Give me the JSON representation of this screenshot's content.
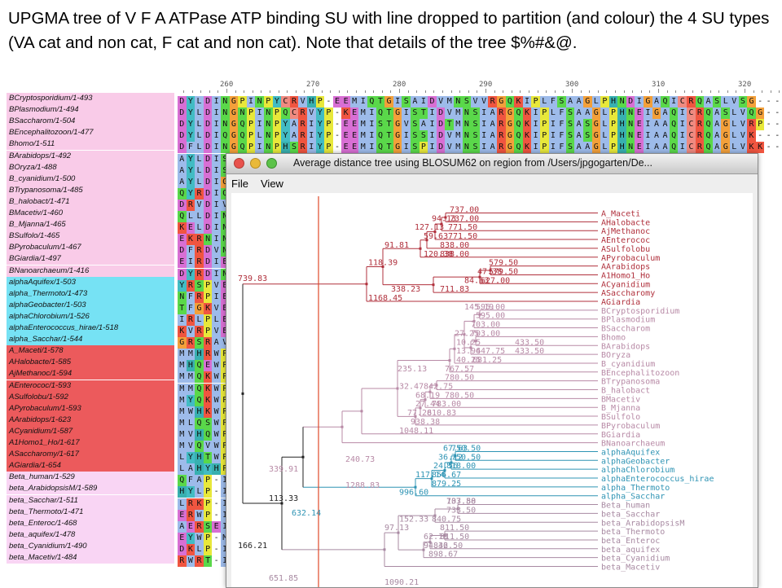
{
  "caption": "UPGMA tree of V F A ATPase ATP binding SU with line dropped to partition (and colour) the 4 SU types (VA cat and non cat, F cat and non cat).  Note that details of the tree $%#&@.",
  "alignment": {
    "ruler": [
      "260",
      "270",
      "280",
      "290",
      "300",
      "310",
      "320"
    ],
    "rows": [
      {
        "name": "BCryptosporidium/1-493",
        "group": "b",
        "seq": "DYLDINGPINPYCRVHP-EEMIQTGISAIDVMNSVVRGQKIPLFSAAGLPHNDIGAQICRQASLVSG----"
      },
      {
        "name": "BPlasmodium/1-494",
        "group": "b",
        "seq": "DYLDINGNPINPQCRVYP-KEMIQTGISTIDVMNSIARGQKIPLFSAAGLPHNEIGAQICRQASLVQG----"
      },
      {
        "name": "BSaccharom/1-504",
        "group": "b",
        "seq": "DYLDINGQPINPYARIYP-EEMISTGVSAIDTMNSIARGQKIPIFSASGLPHNEIAAQICRQAGLVRP----"
      },
      {
        "name": "BEncephalitozoon/1-477",
        "group": "b",
        "seq": "DYLDIQGQPLNPYARIYP-EEMIQTGISSIDVMNSIARGQKIPIFSASGLPHNEIAAQICRQAGLVK----"
      },
      {
        "name": "Bhomo/1-511",
        "group": "b",
        "seq": "DFLDINGQPINPHSRIYP-EEMIQTGISPIDVMNSIARGQKIPIFSAAGLPHNEIAAQICRQAGLVKK---"
      },
      {
        "name": "BArabidops/1-492",
        "group": "b",
        "seq": "AYLDISGSS"
      },
      {
        "name": "BOryza/1-488",
        "group": "b",
        "seq": "AYLDISGSS"
      },
      {
        "name": "B_cyanidium/1-500",
        "group": "b",
        "seq": "AYLDIGQQP"
      },
      {
        "name": "BTrypanosoma/1-485",
        "group": "b",
        "seq": "QYRDIQGQP"
      },
      {
        "name": "B_halobact/1-471",
        "group": "b",
        "seq": "DRVDIVGEA"
      },
      {
        "name": "BMacetiv/1-460",
        "group": "b",
        "seq": "QLLDINGAA"
      },
      {
        "name": "B_Mjanna/1-465",
        "group": "b",
        "seq": "KELDINGYP"
      },
      {
        "name": "BSulfolo/1-465",
        "group": "b",
        "seq": "EKRNINGDP"
      },
      {
        "name": "BPyrobaculum/1-467",
        "group": "b",
        "seq": "DFRDVNGEP"
      },
      {
        "name": "BGiardia/1-497",
        "group": "b",
        "seq": "EIRDIEGSS"
      },
      {
        "name": "BNanoarchaeum/1-416",
        "group": "b",
        "seq": "DYRDINGLA"
      },
      {
        "name": "alphaAquifex/1-503",
        "group": "al",
        "seq": "YRSPVEKIA"
      },
      {
        "name": "alpha_Thermoto/1-473",
        "group": "al",
        "seq": "NFRPIEIKA"
      },
      {
        "name": "alphaGeobacter/1-503",
        "group": "al",
        "seq": "TFGKVEVKA"
      },
      {
        "name": "alphaChlorobium/1-526",
        "group": "al",
        "seq": "IRLPLERRA"
      },
      {
        "name": "alphaEnterococcus_hirae/1-518",
        "group": "al",
        "seq": "KVRPVEAMA"
      },
      {
        "name": "alpha_Sacchar/1-544",
        "group": "al",
        "seq": "GRSRAVKAA"
      },
      {
        "name": "A_Maceti/1-578",
        "group": "a",
        "seq": "MMHRWPVRR"
      },
      {
        "name": "AHalobacte/1-585",
        "group": "a",
        "seq": "MHQEWPVRR"
      },
      {
        "name": "AjMethanoc/1-594",
        "group": "a",
        "seq": "MMQKWPVRK"
      },
      {
        "name": "AEnterococ/1-593",
        "group": "a",
        "seq": "MMQKWPVRR"
      },
      {
        "name": "ASulfolobu/1-592",
        "group": "a",
        "seq": "MYQKWPVRI"
      },
      {
        "name": "APyrobaculum/1-593",
        "group": "a",
        "seq": "MWHKWPVRR"
      },
      {
        "name": "AArabidops/1-623",
        "group": "a",
        "seq": "MLQSWPVRT"
      },
      {
        "name": "ACyanidium/1-587",
        "group": "a",
        "seq": "MVHQWPVRI"
      },
      {
        "name": "A1Homo1_Ho/1-617",
        "group": "a",
        "seq": "MVQVWPVRQ"
      },
      {
        "name": "ASaccharomy/1-617",
        "group": "a",
        "seq": "LYHTWPVRV"
      },
      {
        "name": "AGiardia/1-654",
        "group": "a",
        "seq": "LAHYHPVRS"
      },
      {
        "name": "Beta_human/1-529",
        "group": "be",
        "seq": "QFAP-IHAE"
      },
      {
        "name": "beta_ArabidopsisM/1-589",
        "group": "be",
        "seq": "HYLP-IHRD"
      },
      {
        "name": "beta_Sacchar/1-511",
        "group": "be",
        "seq": "LRKP-IHAD"
      },
      {
        "name": "beta_Thermoto/1-471",
        "group": "be",
        "seq": "ERWP-IHRP"
      },
      {
        "name": "beta_Enteroc/1-468",
        "group": "be",
        "seq": "AERSEIHKK"
      },
      {
        "name": "beta_aquifex/1-478",
        "group": "be",
        "seq": "EYWP-MFRN"
      },
      {
        "name": "beta_Cyanidium/1-490",
        "group": "be",
        "seq": "DKLP-IHRP"
      },
      {
        "name": "beta_Macetiv/1-484",
        "group": "be",
        "seq": "RWRT-IHQA"
      }
    ]
  },
  "window": {
    "title": "Average distance tree using BLOSUM62 on region from /Users/jpgogarten/De...",
    "menus": [
      "File",
      "View"
    ]
  },
  "tree": {
    "colors": {
      "a": "#b0303c",
      "b": "#b88aa6",
      "al": "#2f94b4",
      "be": "#a88aa2",
      "root": "#222222",
      "cut": "#e04a2a"
    },
    "leaves": [
      {
        "name": "A_Maceti",
        "group": "a"
      },
      {
        "name": "AHalobacte",
        "group": "a"
      },
      {
        "name": "AjMethanoc",
        "group": "a"
      },
      {
        "name": "AEnterococ",
        "group": "a"
      },
      {
        "name": "ASulfolobu",
        "group": "a"
      },
      {
        "name": "APyrobaculum",
        "group": "a"
      },
      {
        "name": "AArabidops",
        "group": "a"
      },
      {
        "name": "A1Homo1_Ho",
        "group": "a"
      },
      {
        "name": "ACyanidium",
        "group": "a"
      },
      {
        "name": "ASaccharomy",
        "group": "a"
      },
      {
        "name": "AGiardia",
        "group": "a"
      },
      {
        "name": "BCryptosporidium",
        "group": "b"
      },
      {
        "name": "BPlasmodium",
        "group": "b"
      },
      {
        "name": "BSaccharom",
        "group": "b"
      },
      {
        "name": "Bhomo",
        "group": "b"
      },
      {
        "name": "BArabidops",
        "group": "b"
      },
      {
        "name": "BOryza",
        "group": "b"
      },
      {
        "name": "B_cyanidium",
        "group": "b"
      },
      {
        "name": "BEncephalitozoon",
        "group": "b"
      },
      {
        "name": "BTrypanosoma",
        "group": "b"
      },
      {
        "name": "B_halobact",
        "group": "b"
      },
      {
        "name": "BMacetiv",
        "group": "b"
      },
      {
        "name": "B_Mjanna",
        "group": "b"
      },
      {
        "name": "BSulfolo",
        "group": "b"
      },
      {
        "name": "BPyrobaculum",
        "group": "b"
      },
      {
        "name": "BGiardia",
        "group": "b"
      },
      {
        "name": "BNanoarchaeum",
        "group": "b"
      },
      {
        "name": "alphaAquifex",
        "group": "al"
      },
      {
        "name": "alphaGeobacter",
        "group": "al"
      },
      {
        "name": "alphaChlorobium",
        "group": "al"
      },
      {
        "name": "alphaEnterococcus_hirae",
        "group": "al"
      },
      {
        "name": "alpha_Thermoto",
        "group": "al"
      },
      {
        "name": "alpha_Sacchar",
        "group": "al"
      },
      {
        "name": "Beta_human",
        "group": "be"
      },
      {
        "name": "beta_Sacchar",
        "group": "be"
      },
      {
        "name": "beta_ArabidopsisM",
        "group": "be"
      },
      {
        "name": "beta_Thermoto",
        "group": "be"
      },
      {
        "name": "beta_Enteroc",
        "group": "be"
      },
      {
        "name": "beta_aquifex",
        "group": "be"
      },
      {
        "name": "beta_Cyanidium",
        "group": "be"
      },
      {
        "name": "beta_Macetiv",
        "group": "be"
      }
    ],
    "labels": [
      {
        "t": "737.00",
        "g": "a",
        "i": 0
      },
      {
        "t": "94.13",
        "g": "a",
        "i": 1
      },
      {
        "t": "737.00",
        "g": "a",
        "i": 1
      },
      {
        "t": "127.13",
        "g": "a",
        "i": 2
      },
      {
        "t": "771.50",
        "g": "a",
        "i": 2
      },
      {
        "t": "59.63",
        "g": "a",
        "i": 3
      },
      {
        "t": "771.50",
        "g": "a",
        "i": 3
      },
      {
        "t": "91.81",
        "g": "a",
        "i": 4
      },
      {
        "t": "838.00",
        "g": "a",
        "i": 4
      },
      {
        "t": "120.38",
        "g": "a",
        "i": 5
      },
      {
        "t": "838.00",
        "g": "a",
        "i": 5
      },
      {
        "t": "118.39",
        "g": "a",
        "i": 6
      },
      {
        "t": "579.50",
        "g": "a",
        "i": 6
      },
      {
        "t": "47.38",
        "g": "a",
        "i": 7
      },
      {
        "t": "579.50",
        "g": "a",
        "i": 7
      },
      {
        "t": "84.63",
        "g": "a",
        "i": 8
      },
      {
        "t": "627.00",
        "g": "a",
        "i": 8
      },
      {
        "t": "338.23",
        "g": "a",
        "i": 9
      },
      {
        "t": "711.83",
        "g": "a",
        "i": 9
      },
      {
        "t": "739.83",
        "g": "a",
        "i": 9
      },
      {
        "t": "1168.45",
        "g": "a",
        "i": 11
      },
      {
        "t": "145.19",
        "g": "b",
        "i": 11
      },
      {
        "t": "595.00",
        "g": "b",
        "i": 11
      },
      {
        "t": "595.00",
        "g": "b",
        "i": 12
      },
      {
        "t": "703.00",
        "g": "b",
        "i": 13
      },
      {
        "t": "27.25",
        "g": "b",
        "i": 14
      },
      {
        "t": "703.00",
        "g": "b",
        "i": 14
      },
      {
        "t": "10.25",
        "g": "b",
        "i": 15
      },
      {
        "t": "433.50",
        "g": "b",
        "i": 15
      },
      {
        "t": "13.94",
        "g": "b",
        "i": 16
      },
      {
        "t": "647.75",
        "g": "b",
        "i": 16
      },
      {
        "t": "433.50",
        "g": "b",
        "i": 16
      },
      {
        "t": "40.25",
        "g": "b",
        "i": 17
      },
      {
        "t": "681.25",
        "g": "b",
        "i": 17
      },
      {
        "t": "235.13",
        "g": "b",
        "i": 18
      },
      {
        "t": "767.57",
        "g": "b",
        "i": 18
      },
      {
        "t": "780.50",
        "g": "b",
        "i": 19
      },
      {
        "t": "32.47",
        "g": "b",
        "i": 20
      },
      {
        "t": "842.75",
        "g": "b",
        "i": 20
      },
      {
        "t": "68.19",
        "g": "b",
        "i": 21
      },
      {
        "t": "780.50",
        "g": "b",
        "i": 21
      },
      {
        "t": "27.44",
        "g": "b",
        "i": 22
      },
      {
        "t": "783.00",
        "g": "b",
        "i": 22
      },
      {
        "t": "77.26",
        "g": "b",
        "i": 23
      },
      {
        "t": "810.83",
        "g": "b",
        "i": 23
      },
      {
        "t": "240.73",
        "g": "b",
        "i": 23
      },
      {
        "t": "938.38",
        "g": "b",
        "i": 24
      },
      {
        "t": "339.91",
        "g": "b",
        "i": 25
      },
      {
        "t": "1048.11",
        "g": "b",
        "i": 25
      },
      {
        "t": "1288.83",
        "g": "b",
        "i": 26
      },
      {
        "t": "750.50",
        "g": "al",
        "i": 27
      },
      {
        "t": "67.63",
        "g": "al",
        "i": 27
      },
      {
        "t": "36.12",
        "g": "al",
        "i": 28
      },
      {
        "t": "750.50",
        "g": "al",
        "i": 28
      },
      {
        "t": "24.56",
        "g": "al",
        "i": 29
      },
      {
        "t": "818.00",
        "g": "al",
        "i": 29
      },
      {
        "t": "117.14",
        "g": "al",
        "i": 30
      },
      {
        "t": "856.67",
        "g": "al",
        "i": 30
      },
      {
        "t": "632.14",
        "g": "al",
        "i": 31
      },
      {
        "t": "879.25",
        "g": "al",
        "i": 31
      },
      {
        "t": "996.60",
        "g": "al",
        "i": 32
      },
      {
        "t": "113.33",
        "g": "root",
        "i": 28
      },
      {
        "t": "166.21",
        "g": "root",
        "i": 32
      },
      {
        "t": "107.88",
        "g": "be",
        "i": 33
      },
      {
        "t": "733.50",
        "g": "be",
        "i": 33
      },
      {
        "t": "733.50",
        "g": "be",
        "i": 34
      },
      {
        "t": "152.33",
        "g": "be",
        "i": 35
      },
      {
        "t": "840.75",
        "g": "be",
        "i": 35
      },
      {
        "t": "97.13",
        "g": "be",
        "i": 36
      },
      {
        "t": "811.50",
        "g": "be",
        "i": 36
      },
      {
        "t": "62.13",
        "g": "be",
        "i": 37
      },
      {
        "t": "811.50",
        "g": "be",
        "i": 37
      },
      {
        "t": "94.42",
        "g": "be",
        "i": 38
      },
      {
        "t": "836.50",
        "g": "be",
        "i": 38
      },
      {
        "t": "651.85",
        "g": "be",
        "i": 39
      },
      {
        "t": "898.67",
        "g": "be",
        "i": 39
      },
      {
        "t": "1090.21",
        "g": "be",
        "i": 40
      }
    ]
  }
}
